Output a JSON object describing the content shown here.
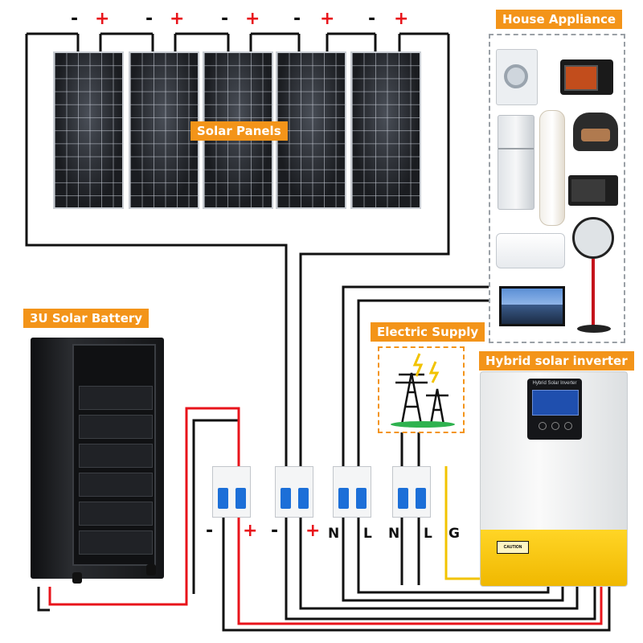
{
  "labels": {
    "solar_panels": "Solar Panels",
    "house_appliance": "House Appliance",
    "battery": "3U Solar Battery",
    "electric_supply": "Electric Supply",
    "inverter": "Hybrid solar inverter"
  },
  "panel_polarity": [
    "-",
    "+",
    "-",
    "+",
    "-",
    "+",
    "-",
    "+",
    "-",
    "+"
  ],
  "breaker_terminals": [
    "-",
    "+",
    "-",
    "+",
    "N",
    "L",
    "N",
    "L",
    "G"
  ],
  "inverter_screen_text": "Hybrid Solar Inverter",
  "inverter_caution_text": "CAUTION",
  "appliances": [
    "washing-machine-icon",
    "oven-icon",
    "refrigerator-icon",
    "tower-ac-icon",
    "rice-cooker-icon",
    "microwave-icon",
    "air-conditioner-icon",
    "fan-icon",
    "tv-icon"
  ],
  "colors": {
    "accent": "#f39419",
    "positive_wire": "#e8141b",
    "negative_wire": "#111111",
    "ground_wire": "#f2c300",
    "breaker_toggle": "#1c6fd8"
  }
}
